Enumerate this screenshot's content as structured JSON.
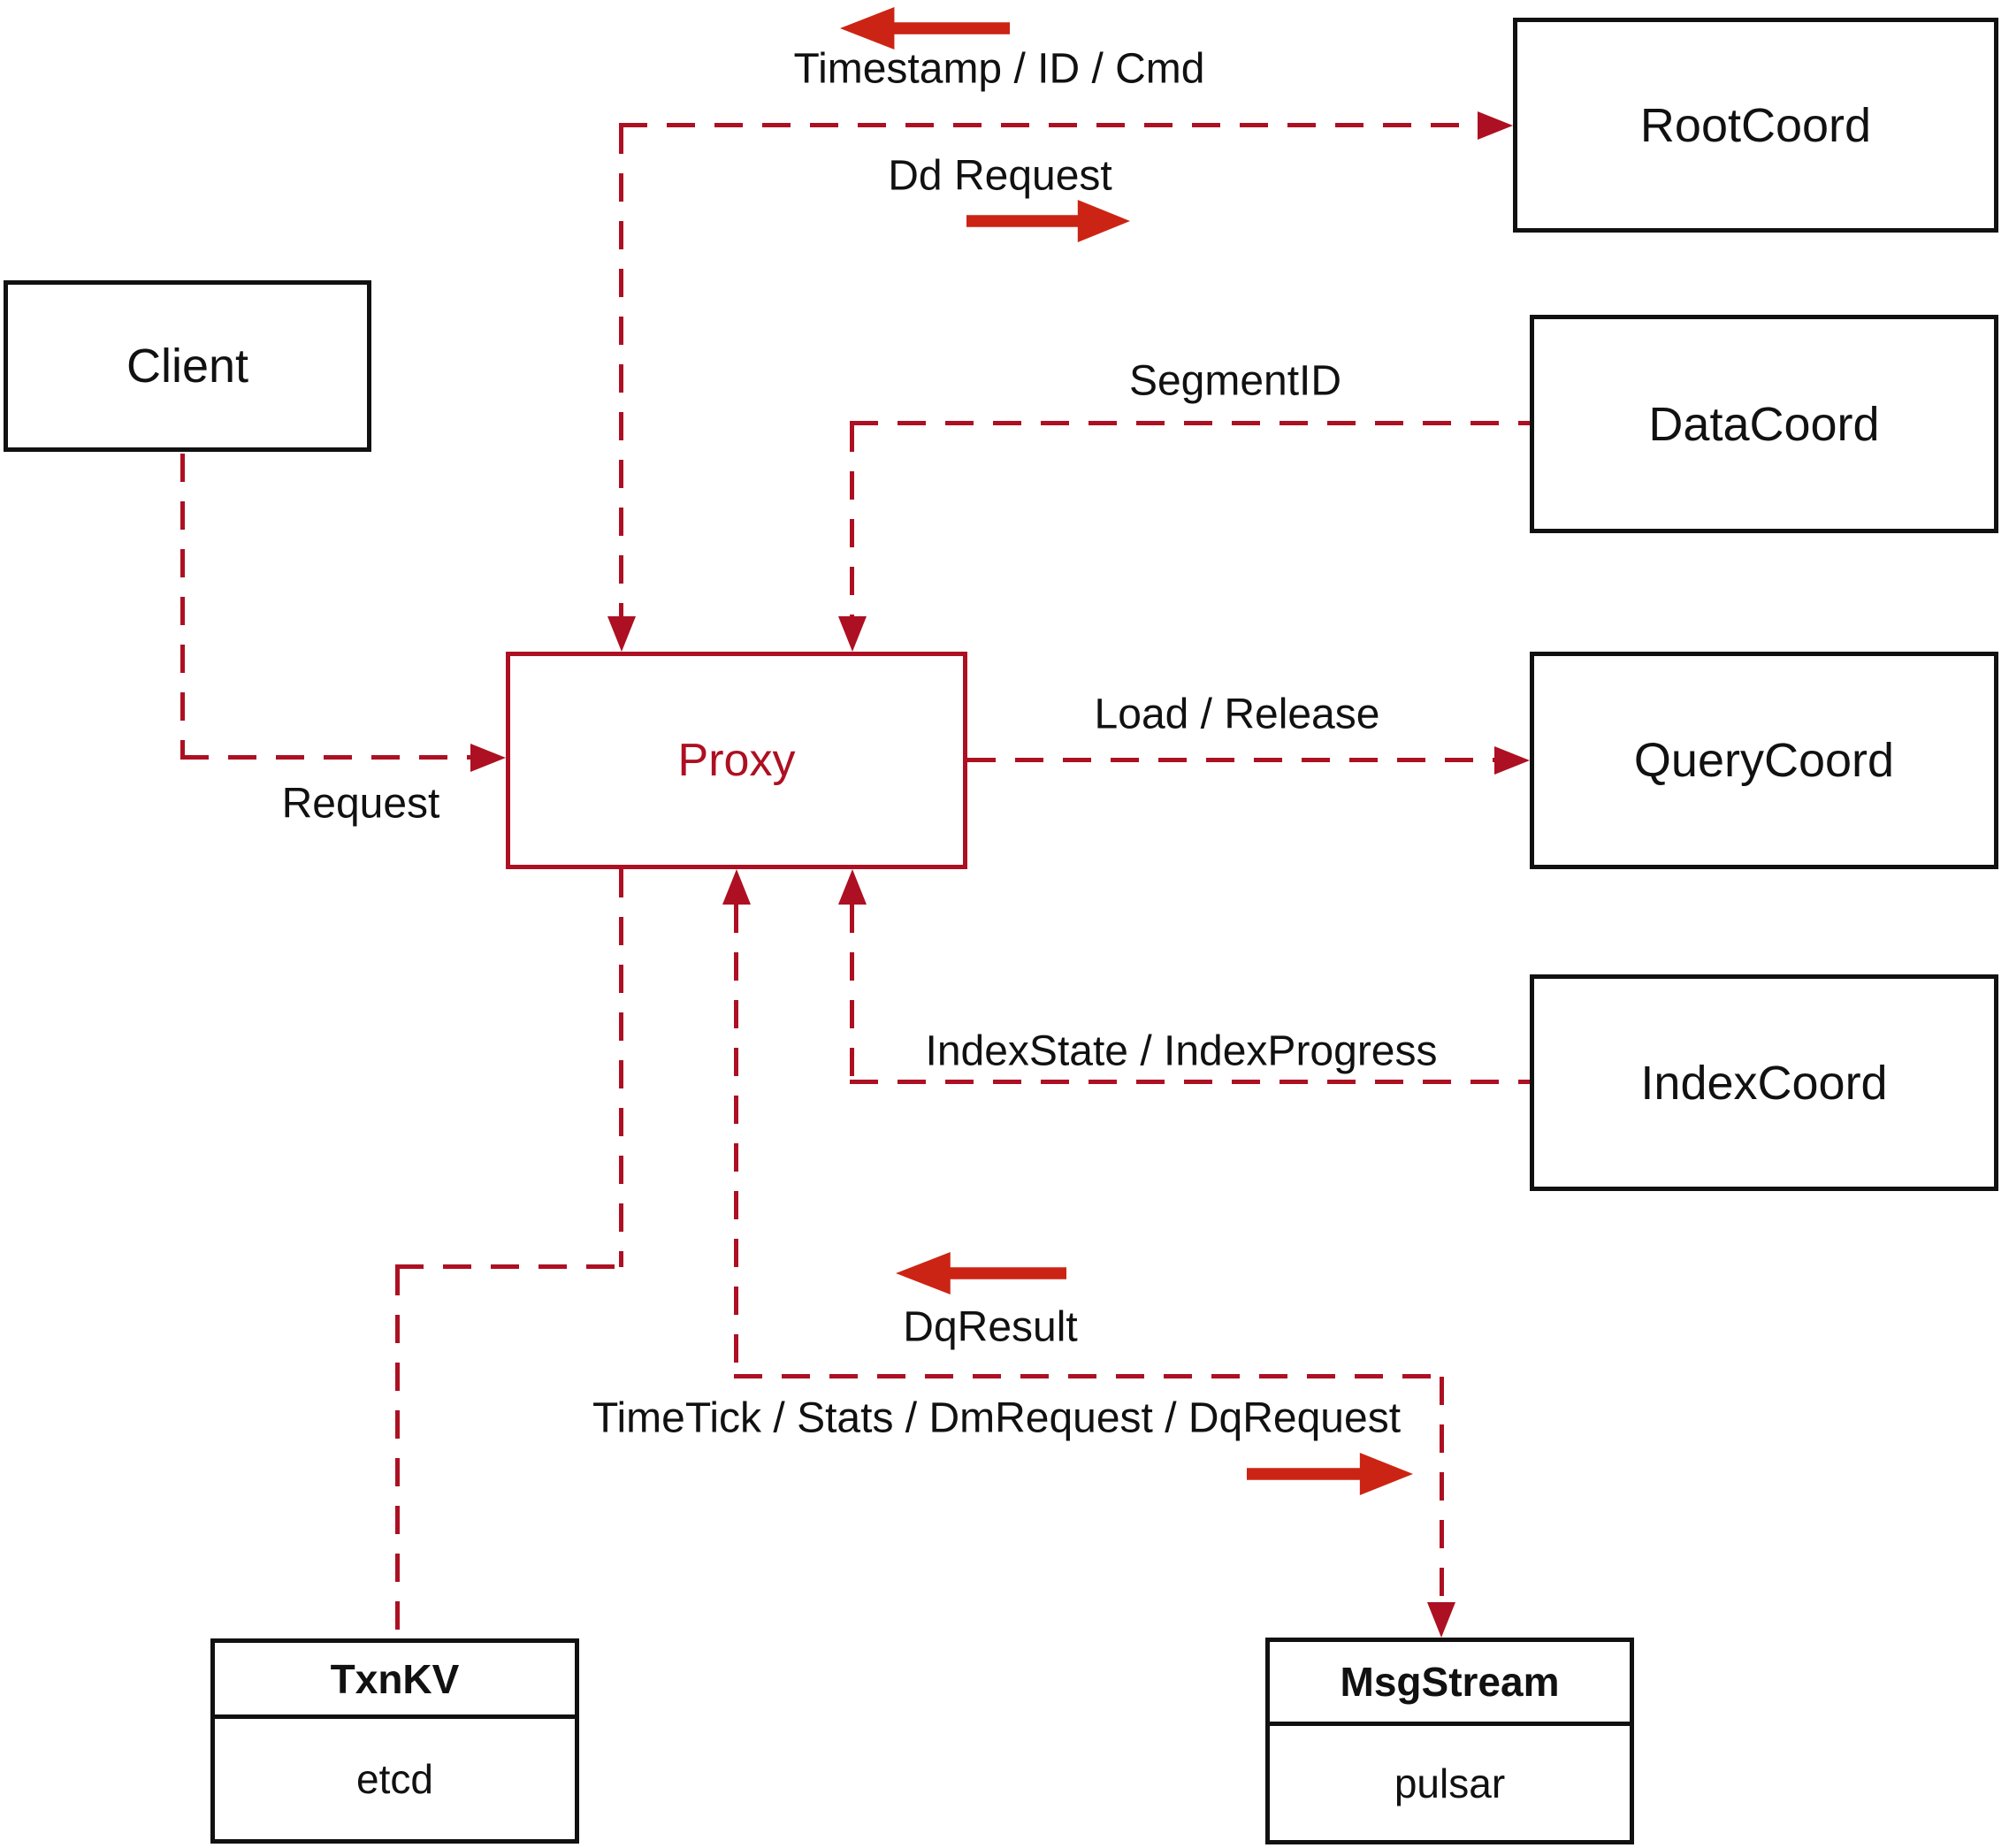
{
  "diagram": {
    "nodes": {
      "client": {
        "label": "Client"
      },
      "rootcoord": {
        "label": "RootCoord"
      },
      "datacoord": {
        "label": "DataCoord"
      },
      "querycoord": {
        "label": "QueryCoord"
      },
      "indexcoord": {
        "label": "IndexCoord"
      },
      "proxy": {
        "label": "Proxy"
      },
      "txnkv": {
        "title": "TxnKV",
        "subtitle": "etcd"
      },
      "msgstream": {
        "title": "MsgStream",
        "subtitle": "pulsar"
      }
    },
    "edge_labels": {
      "timestamp": "Timestamp / ID / Cmd",
      "dd_request": "Dd Request",
      "segment_id": "SegmentID",
      "load_release": "Load / Release",
      "index_state": "IndexState / IndexProgress",
      "request": "Request",
      "dq_result": "DqResult",
      "timetick": "TimeTick / Stats / DmRequest / DqRequest"
    },
    "colors": {
      "line": "#ad1022",
      "arrow": "#cc2414",
      "box_border": "#111111",
      "label_text": "#111111",
      "background": "#ffffff"
    }
  }
}
